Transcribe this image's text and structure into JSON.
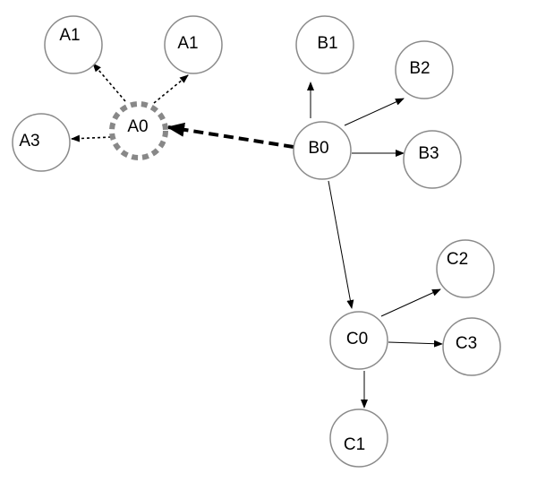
{
  "diagram": {
    "colors": {
      "node_stroke": "#8a8a8a",
      "node_fill": "#ffffff",
      "dashed_node_stroke": "#888888",
      "arrow": "#000000"
    },
    "nodes": {
      "a1_left": "A1",
      "a1_right": "A1",
      "a3": "A3",
      "a0": "A0",
      "b0": "B0",
      "b1": "B1",
      "b2": "B2",
      "b3": "B3",
      "c0": "C0",
      "c1": "C1",
      "c2": "C2",
      "c3": "C3"
    },
    "edges": [
      {
        "from": "b0",
        "to": "a0",
        "style": "thick-dashed"
      },
      {
        "from": "a0",
        "to": "a1_left",
        "style": "dotted"
      },
      {
        "from": "a0",
        "to": "a1_right",
        "style": "dotted"
      },
      {
        "from": "a0",
        "to": "a3",
        "style": "dotted"
      },
      {
        "from": "b0",
        "to": "b1",
        "style": "solid"
      },
      {
        "from": "b0",
        "to": "b2",
        "style": "solid"
      },
      {
        "from": "b0",
        "to": "b3",
        "style": "solid"
      },
      {
        "from": "b0",
        "to": "c0",
        "style": "solid"
      },
      {
        "from": "c0",
        "to": "c2",
        "style": "solid"
      },
      {
        "from": "c0",
        "to": "c3",
        "style": "solid"
      },
      {
        "from": "c0",
        "to": "c1",
        "style": "solid"
      }
    ]
  }
}
